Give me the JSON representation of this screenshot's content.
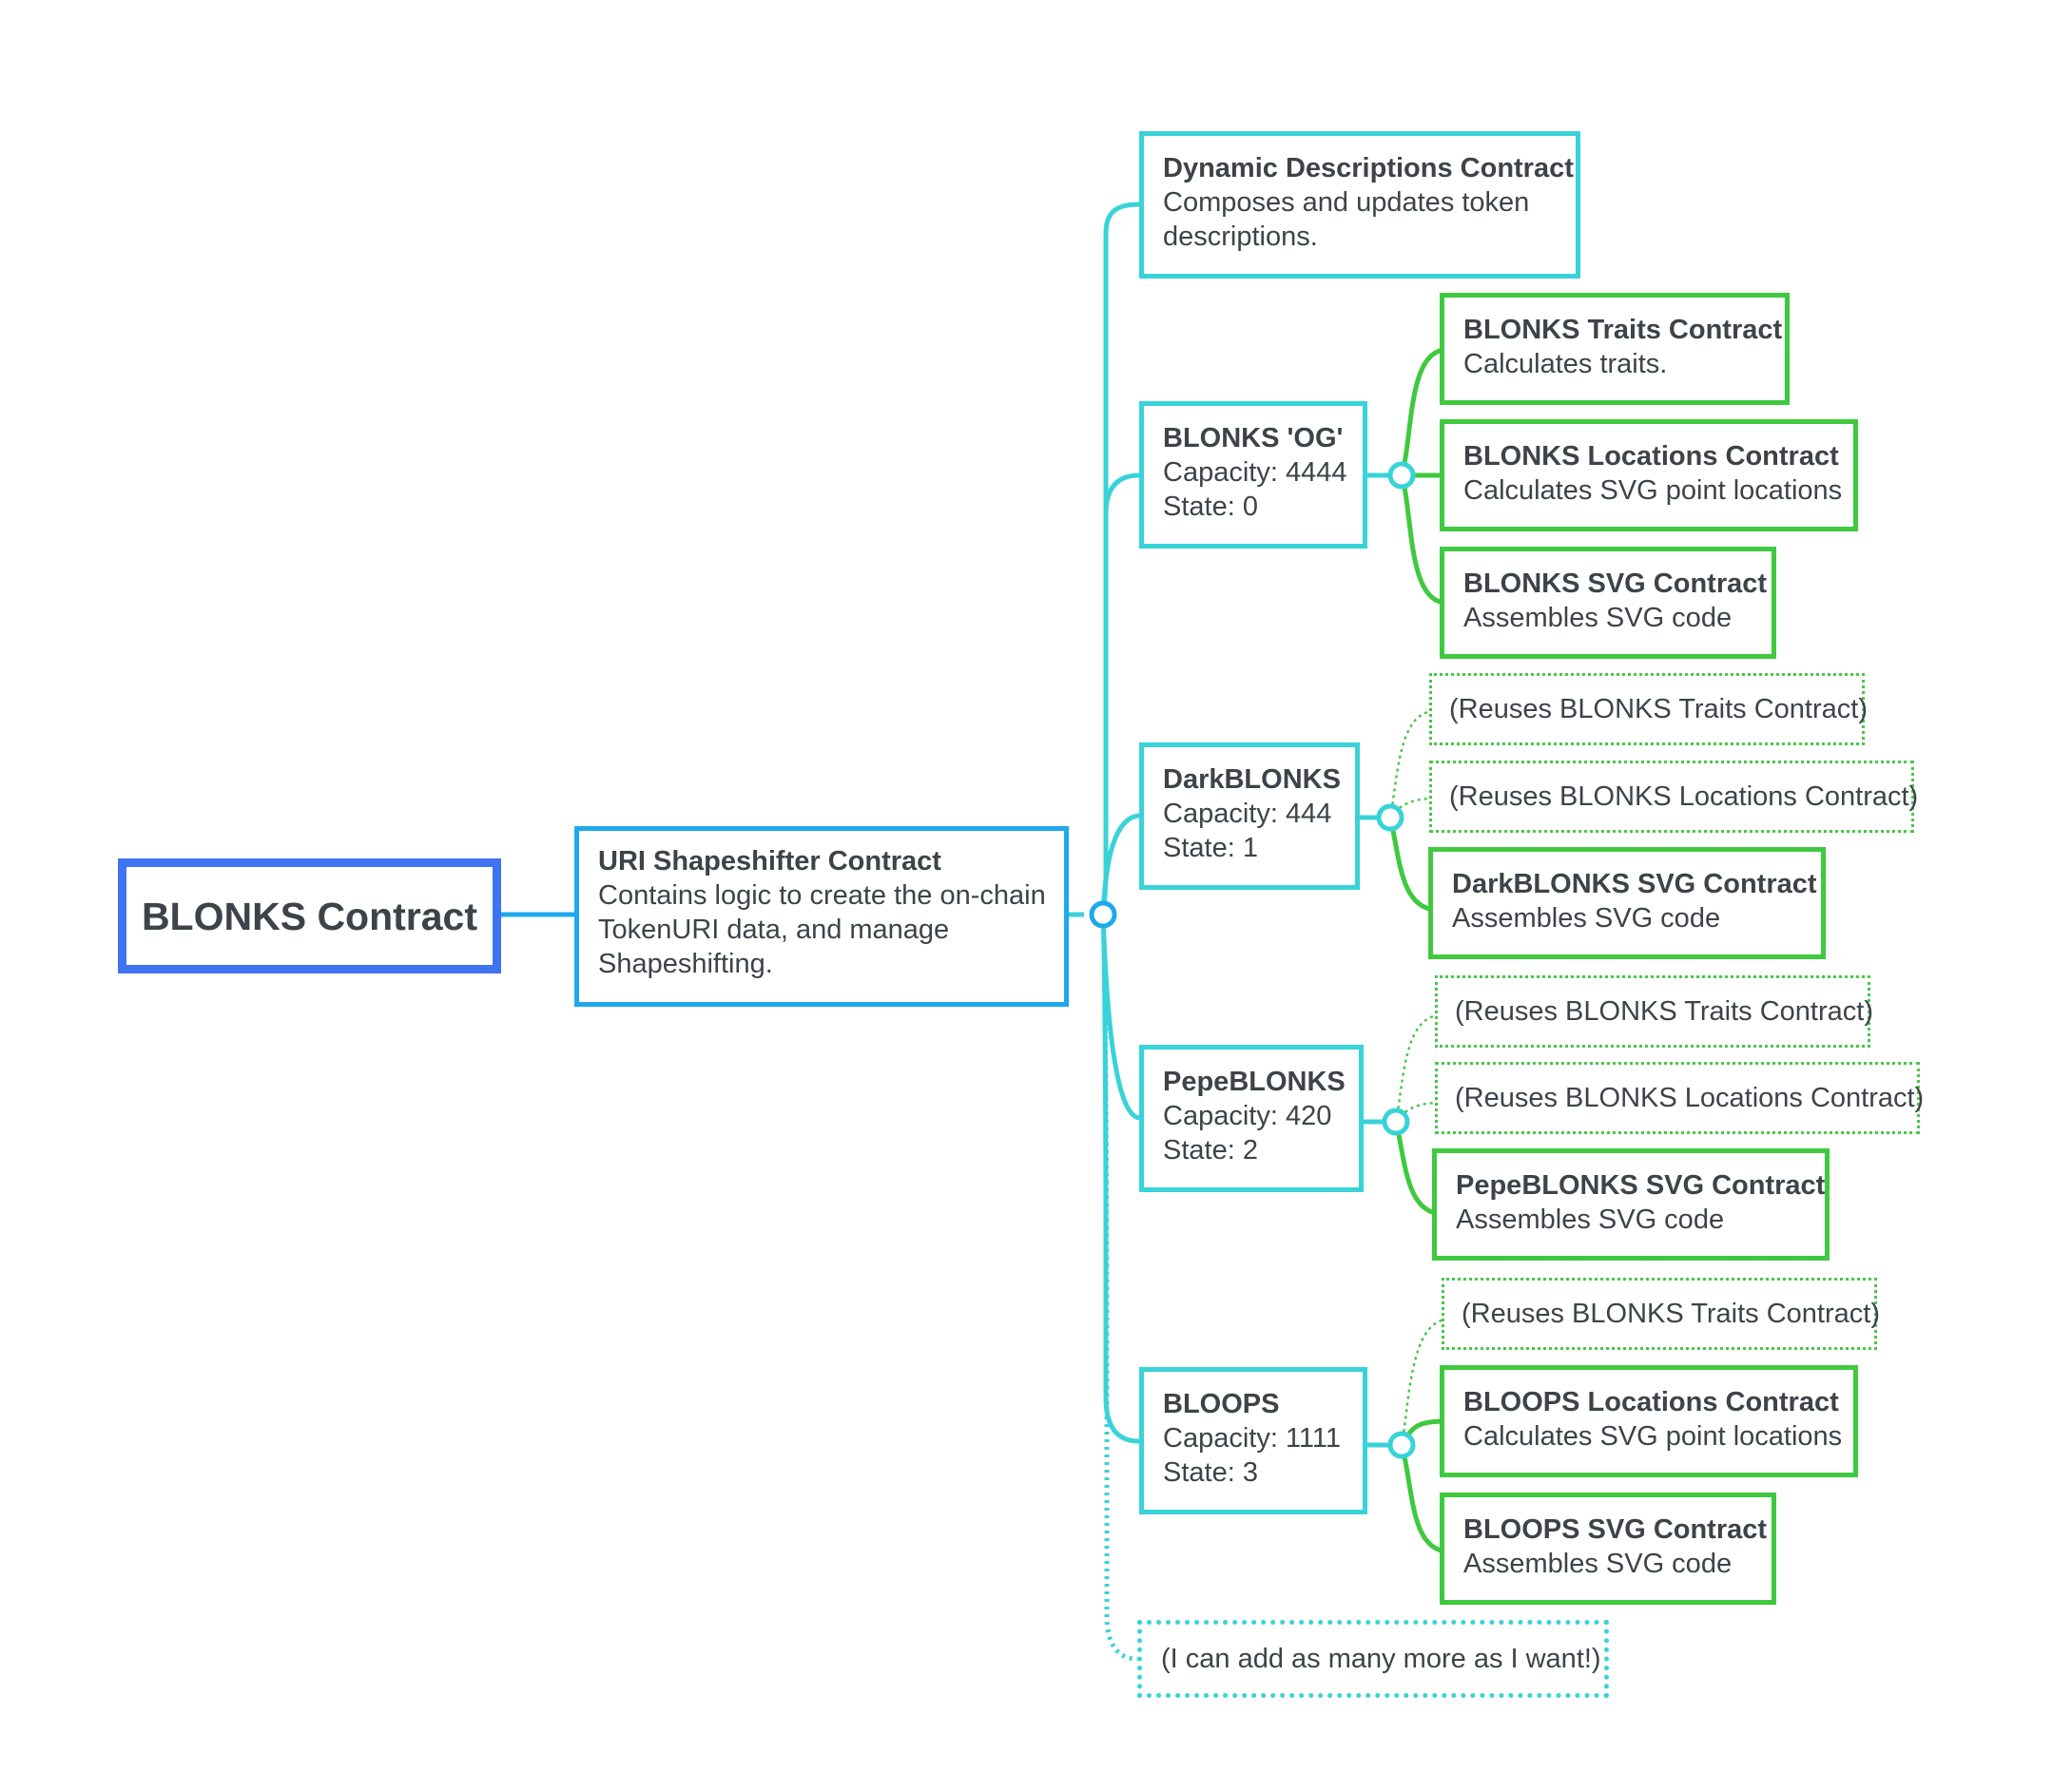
{
  "colors": {
    "root_border": "#3f73f2",
    "hub_border": "#1fa9ec",
    "level2_border": "#38d3d8",
    "level3_border": "#3fc93f",
    "text": "#3d4349"
  },
  "root": {
    "title": "BLONKS Contract"
  },
  "hub": {
    "title": "URI Shapeshifter Contract",
    "description": "Contains logic to create the on-chain TokenURI data, and manage Shapeshifting."
  },
  "children": {
    "dynamic": {
      "title": "Dynamic Descriptions Contract",
      "description": "Composes and updates token descriptions."
    },
    "og": {
      "title": "BLONKS 'OG'",
      "capacity": "Capacity: 4444",
      "state": "State: 0",
      "items": [
        {
          "title": "BLONKS Traits Contract",
          "description": "Calculates traits."
        },
        {
          "title": "BLONKS Locations Contract",
          "description": "Calculates SVG point locations"
        },
        {
          "title": "BLONKS SVG Contract",
          "description": "Assembles SVG code"
        }
      ]
    },
    "dark": {
      "title": "DarkBLONKS",
      "capacity": "Capacity: 444",
      "state": "State: 1",
      "reuses": [
        "(Reuses BLONKS Traits Contract)",
        "(Reuses BLONKS Locations Contract)"
      ],
      "items": [
        {
          "title": "DarkBLONKS SVG Contract",
          "description": "Assembles SVG code"
        }
      ]
    },
    "pepe": {
      "title": "PepeBLONKS",
      "capacity": "Capacity: 420",
      "state": "State: 2",
      "reuses": [
        "(Reuses BLONKS Traits Contract)",
        "(Reuses BLONKS Locations Contract)"
      ],
      "items": [
        {
          "title": "PepeBLONKS SVG Contract",
          "description": "Assembles SVG code"
        }
      ]
    },
    "bloops": {
      "title": "BLOOPS",
      "capacity": "Capacity: 1111",
      "state": "State: 3",
      "reuses": [
        "(Reuses BLONKS Traits Contract)"
      ],
      "items": [
        {
          "title": "BLOOPS Locations Contract",
          "description": "Calculates SVG point locations"
        },
        {
          "title": "BLOOPS SVG Contract",
          "description": "Assembles SVG code"
        }
      ]
    },
    "more": {
      "label": "(I can add as many more as I want!)"
    }
  }
}
